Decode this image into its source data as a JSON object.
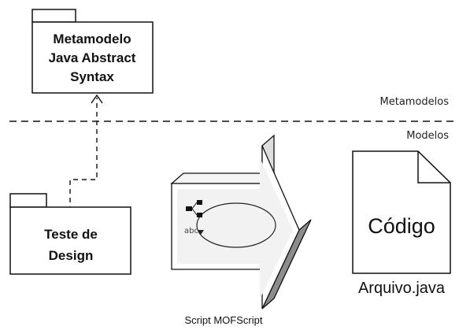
{
  "packages": {
    "metamodel": {
      "lines": [
        "Metamodelo",
        "Java Abstract",
        "Syntax"
      ]
    },
    "design_test": {
      "lines": [
        "Teste de",
        "Design"
      ]
    }
  },
  "layers": {
    "upper": "Metamodelos",
    "lower": "Modelos"
  },
  "transformation": {
    "icon_text": "abc",
    "caption": "Script MOFScript"
  },
  "output_file": {
    "content": "Código",
    "name": "Arquivo.java"
  }
}
